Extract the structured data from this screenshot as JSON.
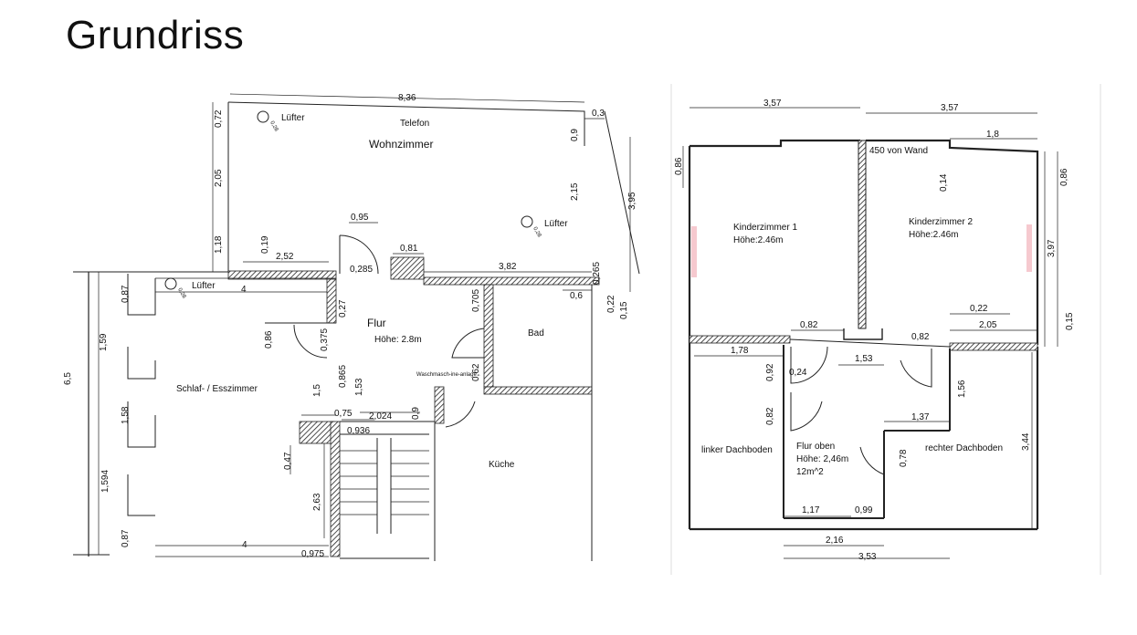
{
  "page": {
    "title": "Grundriss"
  },
  "left_plan": {
    "rooms": {
      "wohnzimmer": "Wohnzimmer",
      "flur": "Flur",
      "flur_hoehe": "Höhe: 2.8m",
      "bad": "Bad",
      "kueche": "Küche",
      "schlaf": "Schlaf- / Esszimmer"
    },
    "labels": {
      "luefter": "Lüfter",
      "telefon": "Telefon",
      "waschmaschine": "Waschmasch-ine-anlage"
    },
    "dims": {
      "top_width": "8,36",
      "d_0_3": "0,3",
      "d_0_72": "0,72",
      "d_2_05": "2,05",
      "d_1_18": "1,18",
      "d_0_19": "0,19",
      "d_2_52": "2,52",
      "d_0_95": "0,95",
      "d_0_81": "0,81",
      "d_0_285": "0,285",
      "d_3_82": "3,82",
      "d_0_6": "0,6",
      "d_0_265": "0,265",
      "d_3_95": "3,95",
      "d_2_15": "2,15",
      "d_0_9a": "0,9",
      "d_0_22": "0,22",
      "d_0_15": "0,15",
      "d_0_705": "0,705",
      "d_0_62": "0,62",
      "d_4_top": "4",
      "d_4_bot": "4",
      "d_0_87a": "0,87",
      "d_1_59": "1,59",
      "d_1_58": "1,58",
      "d_1_594": "1,594",
      "d_0_87b": "0,87",
      "d_6_5": "6,5",
      "d_0_27": "0,27",
      "d_0_86": "0,86",
      "d_0_375": "0,375",
      "d_1_5": "1,5",
      "d_0_865": "0,865",
      "d_1_53": "1,53",
      "d_0_75": "0,75",
      "d_2_024": "2,024",
      "d_0_9b": "0,9",
      "d_0_936": "0,936",
      "d_0_47": "0,47",
      "d_2_63": "2,63",
      "d_0_975": "0,975",
      "d_0_28a": "0,28",
      "d_0_28b": "0,28",
      "d_0_28c": "0,28"
    }
  },
  "right_plan": {
    "rooms": {
      "kinder1": "Kinderzimmer 1",
      "kinder1_hoehe": "Höhe:2.46m",
      "kinder2": "Kinderzimmer 2",
      "kinder2_hoehe": "Höhe:2.46m",
      "links_dach": "linker Dachboden",
      "rechts_dach": "rechter Dachboden",
      "flur_oben": "Flur oben",
      "flur_oben_hoehe": "Höhe: 2,46m",
      "flur_oben_flaeche": "12m^2"
    },
    "labels": {
      "wand": "450 von Wand"
    },
    "dims": {
      "top_left": "3,57",
      "top_right": "3,57",
      "d_1_8": "1,8",
      "d_0_86a": "0,86",
      "d_0_86b": "0,86",
      "d_0_14": "0,14",
      "d_3_97": "3,97",
      "d_0_15": "0,15",
      "d_0_22": "0,22",
      "d_2_05": "2,05",
      "d_0_82a": "0,82",
      "d_0_82b": "0,82",
      "d_1_78": "1,78",
      "d_1_53": "1,53",
      "d_0_92": "0,92",
      "d_0_24": "0,24",
      "d_0_82c": "0,82",
      "d_1_56": "1,56",
      "d_1_37": "1,37",
      "d_3_44": "3,44",
      "d_0_78": "0,78",
      "d_1_17": "1,17",
      "d_0_99": "0,99",
      "d_2_16": "2,16",
      "d_3_53": "3,53"
    }
  }
}
